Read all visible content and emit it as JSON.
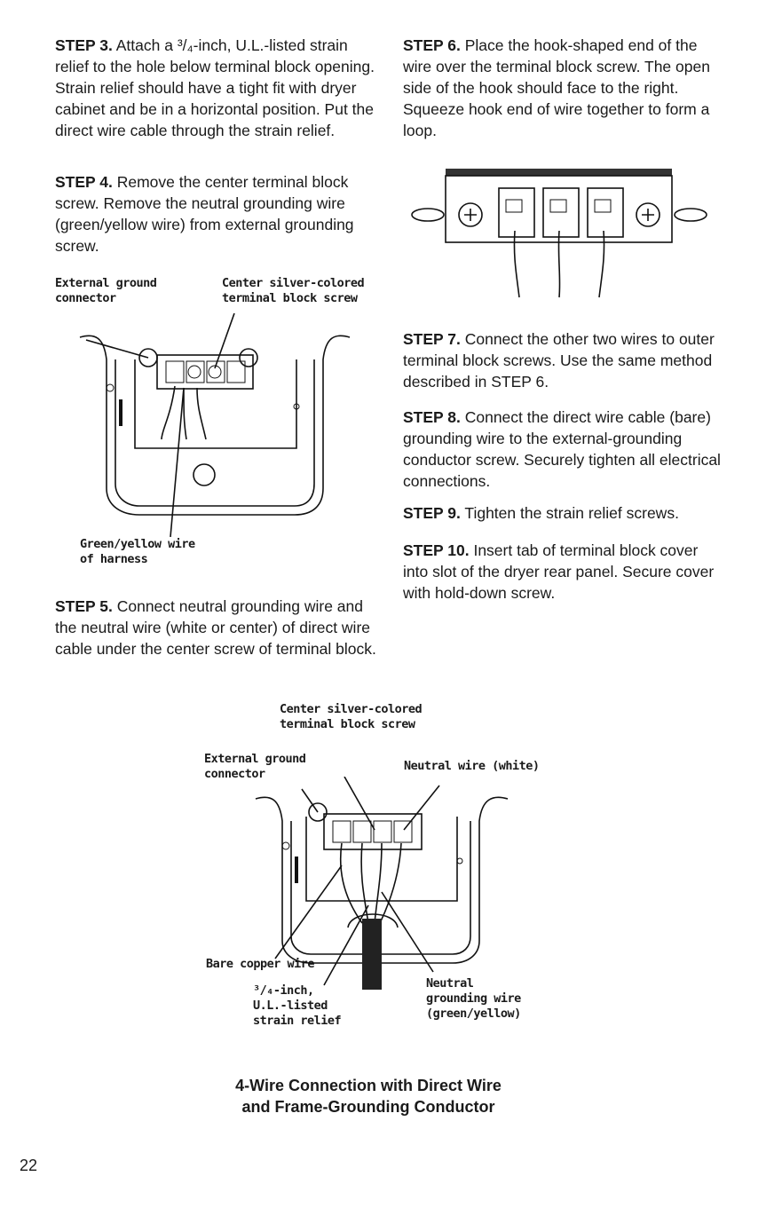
{
  "steps": {
    "s3": {
      "label": "STEP 3.",
      "text": " Attach a ³/₄-inch, U.L.-listed strain relief to the hole below terminal block opening. Strain relief should have a tight fit with dryer cabinet and be in a horizontal position. Put the direct wire cable through the strain relief."
    },
    "s4": {
      "label": "STEP 4.",
      "text": " Remove the center terminal block screw. Remove the neutral grounding wire (green/yellow wire) from external grounding screw."
    },
    "s5": {
      "label": "STEP 5.",
      "text": " Connect neutral grounding wire and the neutral wire (white or center) of direct wire cable under the center screw of terminal block."
    },
    "s6": {
      "label": "STEP 6.",
      "text": " Place the hook-shaped end of the wire over the terminal block screw. The open side of the hook should face to the right. Squeeze hook end of wire together to form a loop."
    },
    "s7": {
      "label": "STEP 7.",
      "text": " Connect the other two wires to outer terminal block screws. Use the same method described in STEP 6."
    },
    "s8": {
      "label": "STEP 8.",
      "text": " Connect the direct wire cable (bare) grounding wire to the external-grounding conductor screw. Securely tighten all electrical connections."
    },
    "s9": {
      "label": "STEP 9.",
      "text": " Tighten the strain relief screws."
    },
    "s10": {
      "label": "STEP 10.",
      "text": " Insert tab of terminal block cover into slot of the dryer rear panel. Secure cover with hold-down screw."
    }
  },
  "figure1": {
    "external_ground": "External ground\nconnector",
    "center_screw": "Center silver-colored\nterminal block screw",
    "green_yellow": "Green/yellow wire\nof harness"
  },
  "figure3": {
    "center_screw": "Center silver-colored\nterminal block screw",
    "external_ground": "External ground\nconnector",
    "neutral_white": "Neutral wire (white)",
    "bare_copper": "Bare copper wire",
    "strain_relief": "³/₄-inch,\nU.L.-listed\nstrain relief",
    "neutral_grounding": "Neutral\ngrounding wire\n(green/yellow)"
  },
  "caption": "4-Wire Connection with Direct Wire\nand Frame-Grounding Conductor",
  "page_number": "22"
}
